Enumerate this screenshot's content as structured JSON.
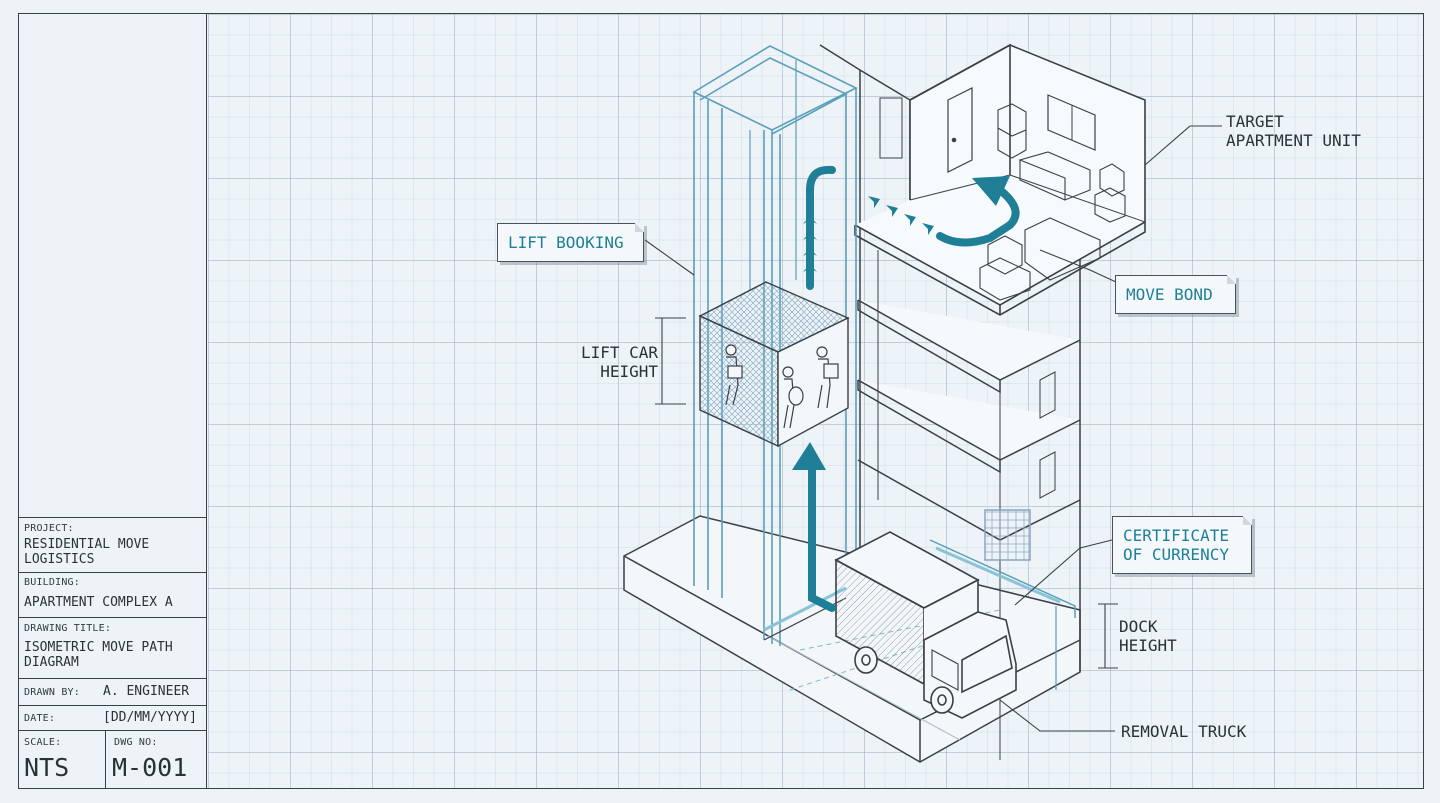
{
  "callouts": {
    "lift_booking": "LIFT BOOKING",
    "move_bond": "MOVE BOND",
    "certificate_line1": "CERTIFICATE",
    "certificate_line2": "OF CURRENCY",
    "target_line1": "TARGET",
    "target_line2": "APARTMENT UNIT",
    "lift_car_line1": "LIFT CAR",
    "lift_car_line2": "HEIGHT",
    "dock_line1": "DOCK",
    "dock_line2": "HEIGHT",
    "removal_truck": "REMOVAL TRUCK"
  },
  "title_block": {
    "project_label": "PROJECT:",
    "project_line1": "RESIDENTIAL MOVE",
    "project_line2": "LOGISTICS",
    "building_label": "BUILDING:",
    "building_value": "APARTMENT COMPLEX A",
    "drawing_title_label": "DRAWING TITLE:",
    "drawing_title_line1": "ISOMETRIC MOVE PATH",
    "drawing_title_line2": "DIAGRAM",
    "drawn_by_label": "DRAWN BY:",
    "drawn_by_value": "A. ENGINEER",
    "date_label": "DATE:",
    "date_value": "[DD/MM/YYYY]",
    "scale_label": "SCALE:",
    "scale_value": "NTS",
    "dwg_no_label": "DWG NO:",
    "dwg_no_value": "M-001"
  },
  "colors": {
    "accent": "#1f7f97",
    "line": "#3a4047",
    "shaft": "#5a9fba",
    "background": "#eef3f8"
  }
}
